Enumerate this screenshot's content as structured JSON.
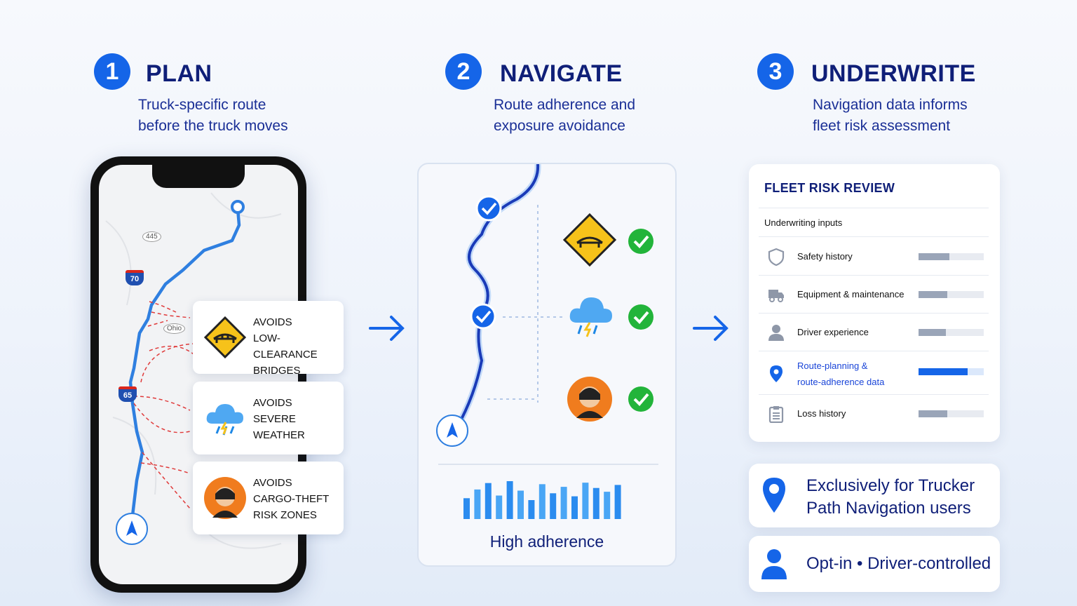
{
  "steps": [
    {
      "num": "1",
      "title": "PLAN",
      "sub1": "Truck-specific route",
      "sub2": "before the truck moves"
    },
    {
      "num": "2",
      "title": "NAVIGATE",
      "sub1": "Route adherence and",
      "sub2": "exposure avoidance"
    },
    {
      "num": "3",
      "title": "UNDERWRITE",
      "sub1": "Navigation data informs",
      "sub2": "fleet risk assessment"
    }
  ],
  "map": {
    "road_445": "445",
    "i70": "70",
    "ohio": "Ohio",
    "i65": "65"
  },
  "avoid_cards": [
    {
      "l1": "AVOIDS",
      "l2": "LOW-CLEARANCE",
      "l3": "BRIDGES",
      "icon": "low-clearance-bridge-icon"
    },
    {
      "l1": "AVOIDS",
      "l2": "SEVERE",
      "l3": "WEATHER",
      "icon": "storm-cloud-icon"
    },
    {
      "l1": "AVOIDS",
      "l2": "CARGO-THEFT",
      "l3": "RISK ZONES",
      "icon": "thief-icon"
    }
  ],
  "navigate": {
    "adherence_label": "High adherence",
    "adherence_bars": [
      0.55,
      0.78,
      0.95,
      0.62,
      1.0,
      0.75,
      0.5,
      0.92,
      0.68,
      0.85,
      0.6,
      0.96,
      0.82,
      0.72,
      0.9
    ]
  },
  "fleet_review": {
    "title": "FLEET RISK REVIEW",
    "subtitle": "Underwriting inputs",
    "rows": [
      {
        "label": "Safety history",
        "label2": "",
        "fill": 0.47,
        "highlight": false,
        "icon": "shield-icon"
      },
      {
        "label": "Equipment & maintenance",
        "label2": "",
        "fill": 0.44,
        "highlight": false,
        "icon": "truck-icon"
      },
      {
        "label": "Driver experience",
        "label2": "",
        "fill": 0.42,
        "highlight": false,
        "icon": "person-icon"
      },
      {
        "label": "Route-planning &",
        "label2": "route-adherence data",
        "fill": 0.75,
        "highlight": true,
        "icon": "location-pin-icon"
      },
      {
        "label": "Loss history",
        "label2": "",
        "fill": 0.44,
        "highlight": false,
        "icon": "clipboard-icon"
      }
    ]
  },
  "info": {
    "exclusive_l1": "Exclusively for Trucker",
    "exclusive_l2": "Path Navigation users",
    "optin": "Opt-in • Driver-controlled"
  },
  "colors": {
    "accent": "#1565e8",
    "navy": "#0f1f78",
    "check": "#22b43a",
    "route": "#2f7fe0"
  }
}
